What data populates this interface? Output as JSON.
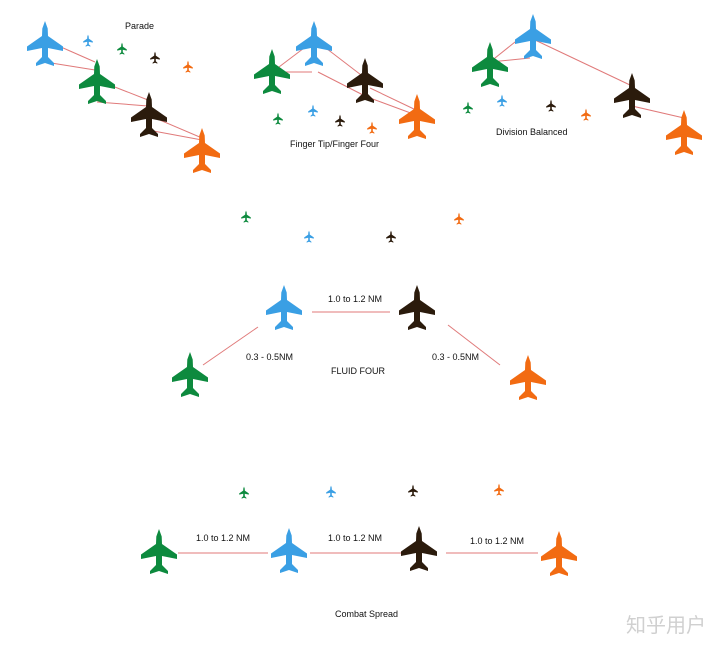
{
  "colors": {
    "blue": "#3a9fe4",
    "green": "#0d8a3e",
    "brown": "#2b1b0c",
    "orange": "#f26b12",
    "link": "#e07a7a"
  },
  "icons": {
    "jet": "fighter-jet-icon"
  },
  "labels": {
    "parade": "Parade",
    "finger_tip": "Finger Tip/Finger Four",
    "division_balanced": "Division Balanced",
    "fluid_four": "FLUID FOUR",
    "fluid_dist_top": "1.0 to 1.2 NM",
    "fluid_dist_left": "0.3 - 0.5NM",
    "fluid_dist_right": "0.3 - 0.5NM",
    "combat_dist_1": "1.0 to 1.2 NM",
    "combat_dist_2": "1.0 to 1.2 NM",
    "combat_dist_3": "1.0 to 1.2 NM",
    "combat_spread": "Combat Spread"
  },
  "watermark": "知乎用户"
}
